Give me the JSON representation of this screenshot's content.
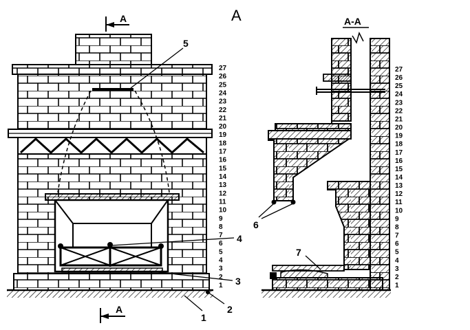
{
  "view_front": {
    "title": "A",
    "section_mark": "A",
    "courses": [
      "27",
      "26",
      "25",
      "24",
      "23",
      "22",
      "21",
      "20",
      "19",
      "18",
      "17",
      "16",
      "15",
      "14",
      "13",
      "12",
      "11",
      "10",
      "9",
      "8",
      "7",
      "6",
      "5",
      "4",
      "3",
      "2",
      "1"
    ]
  },
  "view_section": {
    "title": "A-A",
    "courses": [
      "27",
      "26",
      "25",
      "24",
      "23",
      "22",
      "21",
      "20",
      "19",
      "18",
      "17",
      "16",
      "15",
      "14",
      "13",
      "12",
      "11",
      "10",
      "9",
      "8",
      "7",
      "6",
      "5",
      "4",
      "3",
      "2",
      "1"
    ]
  },
  "callouts": {
    "c1": "1",
    "c2": "2",
    "c3": "3",
    "c4": "4",
    "c5": "5",
    "c6": "6",
    "c7": "7"
  }
}
